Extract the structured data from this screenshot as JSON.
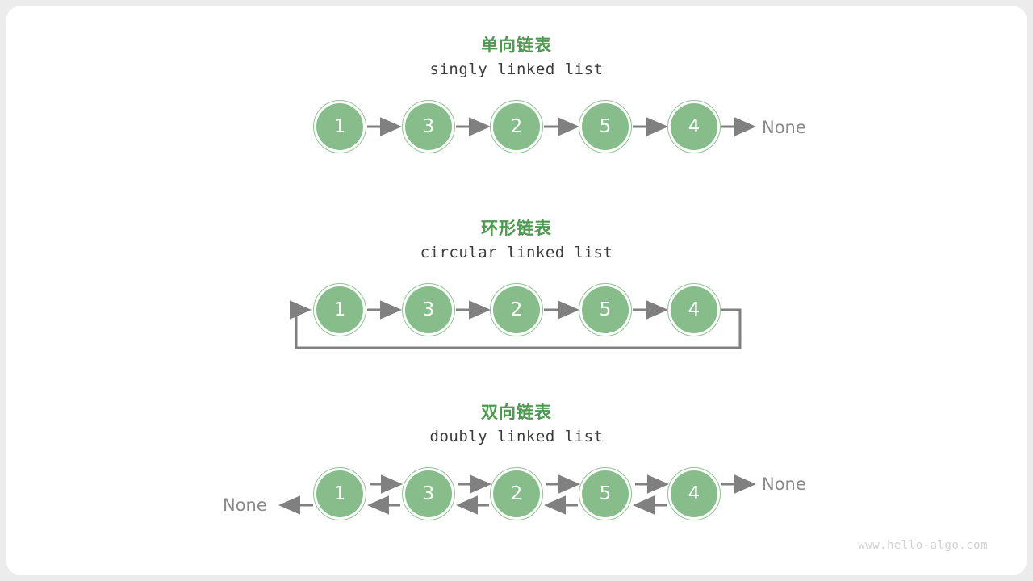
{
  "page": {
    "background_color": "#ececec",
    "card_color": "#ffffff",
    "accent_color": "#4e9a51",
    "node_fill": "#86bd8b",
    "node_ring": "#8fc494",
    "arrow_color": "#808080",
    "watermark": "www.hello-algo.com"
  },
  "sections": [
    {
      "title": "单向链表",
      "subtitle": "singly linked list",
      "nodes": [
        "1",
        "3",
        "2",
        "5",
        "4"
      ],
      "terminal_right": "None",
      "terminal_left": null
    },
    {
      "title": "环形链表",
      "subtitle": "circular linked list",
      "nodes": [
        "1",
        "3",
        "2",
        "5",
        "4"
      ],
      "terminal_right": null,
      "terminal_left": null
    },
    {
      "title": "双向链表",
      "subtitle": "doubly linked list",
      "nodes": [
        "1",
        "3",
        "2",
        "5",
        "4"
      ],
      "terminal_right": "None",
      "terminal_left": "None"
    }
  ]
}
